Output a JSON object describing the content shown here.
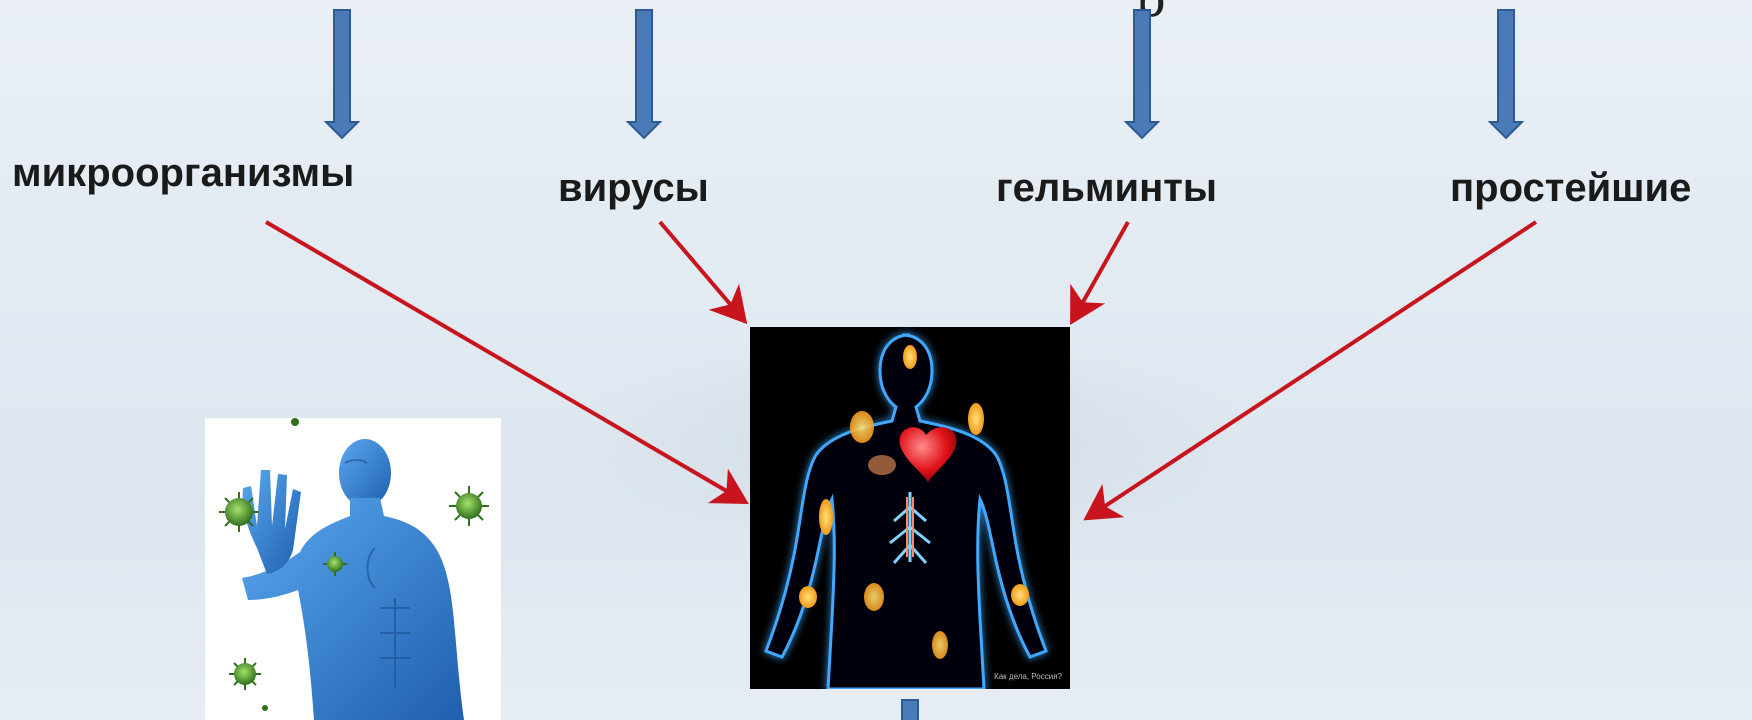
{
  "labels": {
    "microorganisms": "микроорганизмы",
    "viruses": "вирусы",
    "helminths": "гельминты",
    "protozoa": "простейшие"
  },
  "top_glyph": "р",
  "image_caption": "Как дела, Россия?",
  "colors": {
    "blue_arrow": "#4a7ab8",
    "blue_arrow_stroke": "#2e5a94",
    "red_arrow": "#c8141c",
    "body_glow": "#3fa9ff",
    "figure_blue": "#2f79c9",
    "virus_green": "#3e8f2a"
  },
  "icons": [
    "down-arrow-icon",
    "red-arrow-icon",
    "human-body-organs-image",
    "immunity-figure-image",
    "virus-icon"
  ]
}
